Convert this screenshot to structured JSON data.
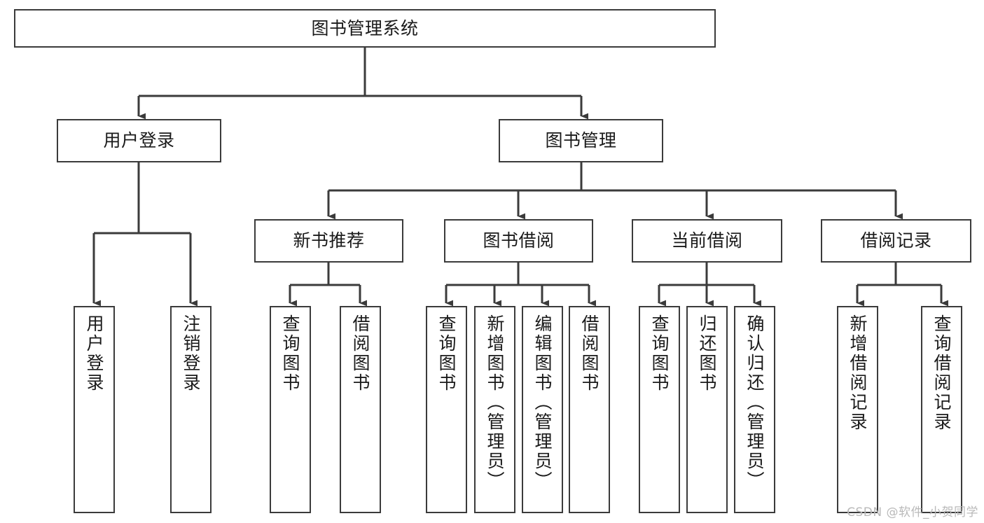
{
  "diagram": {
    "title": "图书管理系统",
    "type": "tree-hierarchy",
    "edge_color": "#3b3b3b",
    "node_border_color": "#3b3b3b",
    "node_fill_color": "#ffffff",
    "background_color": "#ffffff",
    "root": {
      "label": "图书管理系统"
    },
    "level1": [
      {
        "label": "用户登录"
      },
      {
        "label": "图书管理"
      }
    ],
    "level2": [
      {
        "label": "新书推荐"
      },
      {
        "label": "图书借阅"
      },
      {
        "label": "当前借阅"
      },
      {
        "label": "借阅记录"
      }
    ],
    "leaves": {
      "user_login": [
        {
          "label": "用户登录"
        },
        {
          "label": "注销登录"
        }
      ],
      "new_book": [
        {
          "label": "查询图书"
        },
        {
          "label": "借阅图书"
        }
      ],
      "book_borrow": [
        {
          "label": "查询图书"
        },
        {
          "label": "新增图书（管理员）"
        },
        {
          "label": "编辑图书（管理员）"
        },
        {
          "label": "借阅图书"
        }
      ],
      "current_borrow": [
        {
          "label": "查询图书"
        },
        {
          "label": "归还图书"
        },
        {
          "label": "确认归还（管理员）"
        }
      ],
      "borrow_record": [
        {
          "label": "新增借阅记录"
        },
        {
          "label": "查询借阅记录"
        }
      ]
    }
  },
  "watermark": {
    "text": "CSDN @软件_小贺同学"
  }
}
